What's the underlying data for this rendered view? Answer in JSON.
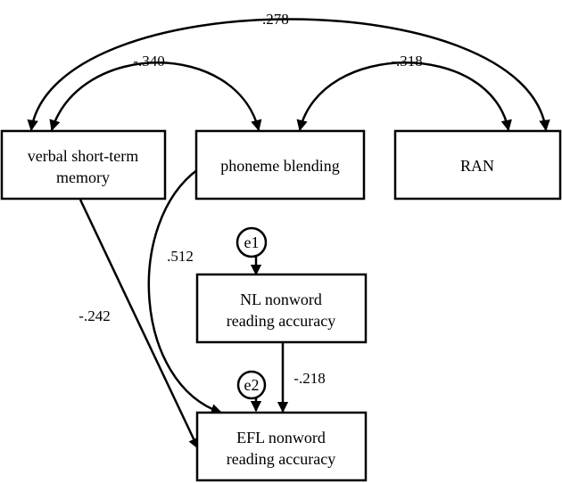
{
  "nodes": {
    "vstm": {
      "line1": "verbal short-term",
      "line2": "memory"
    },
    "phoneme": {
      "label": "phoneme blending"
    },
    "ran": {
      "label": "RAN"
    },
    "nl": {
      "line1": "NL nonword",
      "line2": "reading accuracy"
    },
    "efl": {
      "line1": "EFL nonword",
      "line2": "reading accuracy"
    },
    "e1": {
      "label": "e1"
    },
    "e2": {
      "label": "e2"
    }
  },
  "paths": {
    "vstm_ran": "-.278",
    "vstm_phoneme": "-.340",
    "phoneme_ran": "-.318",
    "phoneme_efl": ".512",
    "vstm_efl": "-.242",
    "nl_efl": "-.218"
  }
}
